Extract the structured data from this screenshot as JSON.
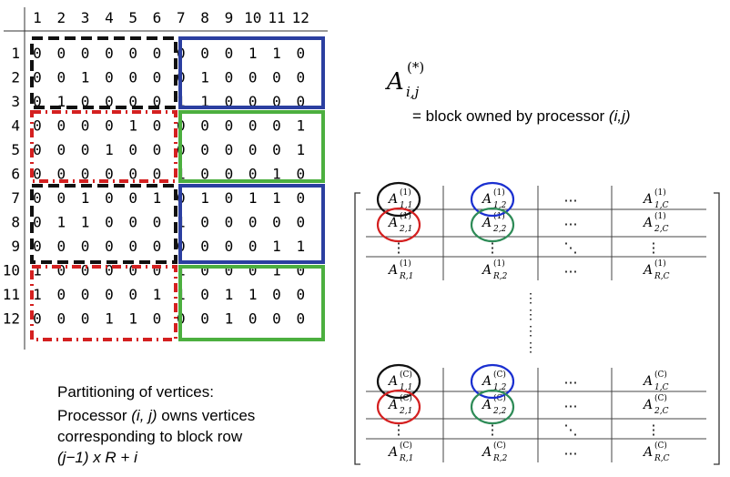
{
  "matrix": {
    "column_headers": [
      "1",
      "2",
      "3",
      "4",
      "5",
      "6",
      "7",
      "8",
      "9",
      "10",
      "11",
      "12"
    ],
    "row_headers": [
      "1",
      "2",
      "3",
      "4",
      "5",
      "6",
      "7",
      "8",
      "9",
      "10",
      "11",
      "12"
    ],
    "rows": [
      [
        0,
        0,
        0,
        0,
        0,
        0,
        0,
        0,
        0,
        1,
        1,
        0
      ],
      [
        0,
        0,
        1,
        0,
        0,
        0,
        0,
        1,
        0,
        0,
        0,
        0
      ],
      [
        0,
        1,
        0,
        0,
        0,
        0,
        1,
        1,
        0,
        0,
        0,
        0
      ],
      [
        0,
        0,
        0,
        0,
        1,
        0,
        0,
        0,
        0,
        0,
        0,
        1
      ],
      [
        0,
        0,
        0,
        1,
        0,
        0,
        0,
        0,
        0,
        0,
        0,
        1
      ],
      [
        0,
        0,
        0,
        0,
        0,
        0,
        1,
        0,
        0,
        0,
        1,
        0
      ],
      [
        0,
        0,
        1,
        0,
        0,
        1,
        0,
        1,
        0,
        1,
        1,
        0
      ],
      [
        0,
        1,
        1,
        0,
        0,
        0,
        1,
        0,
        0,
        0,
        0,
        0
      ],
      [
        0,
        0,
        0,
        0,
        0,
        0,
        0,
        0,
        0,
        0,
        1,
        1
      ],
      [
        1,
        0,
        0,
        0,
        0,
        0,
        1,
        0,
        0,
        0,
        1,
        0
      ],
      [
        1,
        0,
        0,
        0,
        0,
        1,
        1,
        0,
        1,
        1,
        0,
        0
      ],
      [
        0,
        0,
        0,
        1,
        1,
        0,
        0,
        0,
        1,
        0,
        0,
        0
      ]
    ],
    "block_colors": {
      "black": "#111111",
      "blue": "#2b3fa0",
      "red": "#d42020",
      "green": "#4caf3f"
    }
  },
  "legend": {
    "symbol_base": "A",
    "symbol_superscript": "(*)",
    "symbol_subscript": "i,j",
    "text_prefix": "= block owned by processor ",
    "text_italic": "(i,j)"
  },
  "caption": {
    "line1": "Partitioning of vertices:",
    "line2_prefix": "Processor ",
    "line2_italic": "(i, j)",
    "line2_suffix": " owns vertices",
    "line3": "corresponding to block row",
    "line4": "(j−1) x R + i"
  },
  "block_matrix": {
    "top_rows": [
      [
        [
          "A",
          "(1)",
          "1,1"
        ],
        [
          "A",
          "(1)",
          "1,2"
        ],
        [
          "⋯"
        ],
        [
          "A",
          "(1)",
          "1,C"
        ]
      ],
      [
        [
          "A",
          "(1)",
          "2,1"
        ],
        [
          "A",
          "(1)",
          "2,2"
        ],
        [
          "⋯"
        ],
        [
          "A",
          "(1)",
          "2,C"
        ]
      ],
      [
        [
          "⋮"
        ],
        [
          "⋮"
        ],
        [
          "⋱"
        ],
        [
          "⋮"
        ]
      ],
      [
        [
          "A",
          "(1)",
          "R,1"
        ],
        [
          "A",
          "(1)",
          "R,2"
        ],
        [
          "⋯"
        ],
        [
          "A",
          "(1)",
          "R,C"
        ]
      ]
    ],
    "bottom_rows": [
      [
        [
          "A",
          "(C)",
          "1,1"
        ],
        [
          "A",
          "(C)",
          "1,2"
        ],
        [
          "⋯"
        ],
        [
          "A",
          "(C)",
          "1,C"
        ]
      ],
      [
        [
          "A",
          "(C)",
          "2,1"
        ],
        [
          "A",
          "(C)",
          "2,2"
        ],
        [
          "⋯"
        ],
        [
          "A",
          "(C)",
          "2,C"
        ]
      ],
      [
        [
          "⋮"
        ],
        [
          "⋮"
        ],
        [
          "⋱"
        ],
        [
          "⋮"
        ]
      ],
      [
        [
          "A",
          "(C)",
          "R,1"
        ],
        [
          "A",
          "(C)",
          "R,2"
        ],
        [
          "⋯"
        ],
        [
          "A",
          "(C)",
          "R,C"
        ]
      ]
    ],
    "middle_dots": "⋮",
    "circle_colors": [
      "#111111",
      "#1a2fd0",
      "#d42020",
      "#2e8b57"
    ]
  }
}
